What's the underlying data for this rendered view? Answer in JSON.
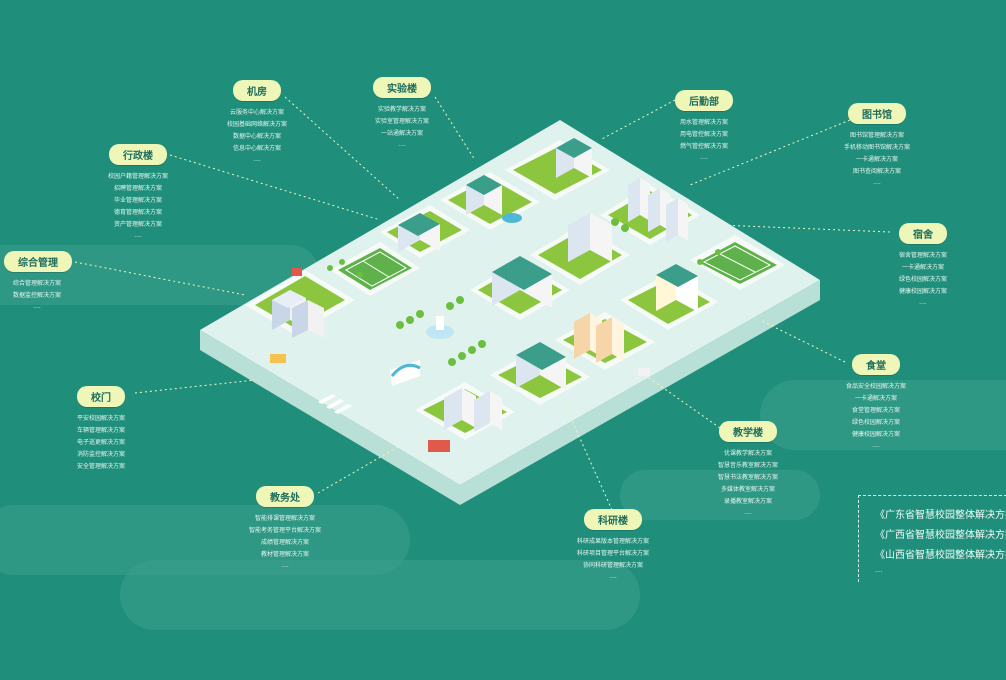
{
  "colors": {
    "background": "#1f8f7b",
    "tag_fill": "#eef7b8",
    "tag_text": "#1f6e5e",
    "campus_base": "#dff2ee",
    "grass": "#8cc63f"
  },
  "labels": [
    {
      "key": "jifang",
      "title": "机房",
      "items": [
        "云服务中心解决方案",
        "校园基础网络解决方案",
        "数据中心解决方案",
        "信息中心解决方案"
      ],
      "more": "...."
    },
    {
      "key": "shiyanlou",
      "title": "实验楼",
      "items": [
        "实验教学解决方案",
        "实验室管理解决方案",
        "一站通解决方案"
      ],
      "more": "...."
    },
    {
      "key": "houqinbu",
      "title": "后勤部",
      "items": [
        "用水管理解决方案",
        "用电管控解决方案",
        "燃气管控解决方案"
      ],
      "more": "...."
    },
    {
      "key": "tushuguan",
      "title": "图书馆",
      "items": [
        "图书馆管理解决方案",
        "手机移动图书馆解决方案",
        "一卡通解决方案",
        "图书查阅解决方案"
      ],
      "more": "...."
    },
    {
      "key": "xingzhenglou",
      "title": "行政楼",
      "items": [
        "校园户籍管理解决方案",
        "招聘管理解决方案",
        "毕业管理解决方案",
        "德育管理解决方案",
        "资产管理解决方案"
      ],
      "more": "...."
    },
    {
      "key": "sushe",
      "title": "宿舍",
      "items": [
        "宿舍管理解决方案",
        "一卡通解决方案",
        "绿色校园解决方案",
        "健康校园解决方案"
      ],
      "more": "...."
    },
    {
      "key": "zonghe",
      "title": "综合管理",
      "items": [
        "综合管理解决方案",
        "数据监控解决方案"
      ],
      "more": "...."
    },
    {
      "key": "shitang",
      "title": "食堂",
      "items": [
        "食品安全校园解决方案",
        "一卡通解决方案",
        "食堂管理解决方案",
        "绿色校园解决方案",
        "健康校园解决方案"
      ],
      "more": "...."
    },
    {
      "key": "xiaomen",
      "title": "校门",
      "items": [
        "平安校园解决方案",
        "车辆管理解决方案",
        "电子巡更解决方案",
        "消防监控解决方案",
        "安全管理解决方案"
      ],
      "more": "...."
    },
    {
      "key": "jiaoxuelou",
      "title": "教学楼",
      "items": [
        "优课教学解决方案",
        "智慧音乐教室解决方案",
        "智慧书法教室解决方案",
        "多媒体教室解决方案",
        "录播教室解决方案"
      ],
      "more": "...."
    },
    {
      "key": "jiaowuchu",
      "title": "教务处",
      "items": [
        "智能排课管理解决方案",
        "智能考务管理平台解决方案",
        "成绩管理解决方案",
        "教材管理解决方案"
      ],
      "more": "...."
    },
    {
      "key": "keyanlou",
      "title": "科研楼",
      "items": [
        "科研成果版本管理解决方案",
        "科研项目管理平台解决方案",
        "协同科研管理解决方案"
      ],
      "more": "...."
    }
  ],
  "right_list": [
    "《广东省智慧校园整体解决方案",
    "《广西省智慧校园整体解决方案",
    "《山西省智慧校园整体解决方案"
  ],
  "right_list_more": "...."
}
